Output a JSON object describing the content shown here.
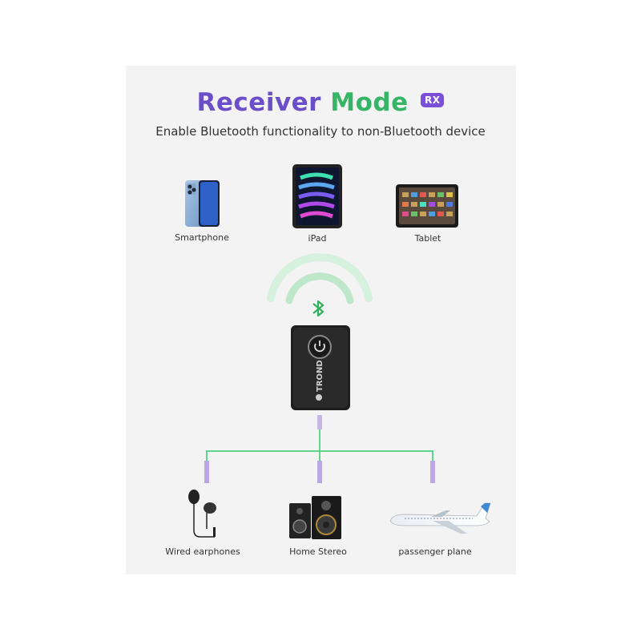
{
  "title": {
    "word1": "Receiver",
    "word2": "Mode",
    "badge": "RX"
  },
  "subtitle": "Enable Bluetooth functionality to non-Bluetooth device",
  "sources": [
    {
      "label": "Smartphone",
      "icon": "smartphone-icon"
    },
    {
      "label": "iPad",
      "icon": "ipad-icon"
    },
    {
      "label": "Tablet",
      "icon": "tablet-icon"
    }
  ],
  "device": {
    "brand": "TROND",
    "icon": "bluetooth-icon"
  },
  "outputs": [
    {
      "label": "Wired earphones",
      "icon": "earphones-icon"
    },
    {
      "label": "Home Stereo",
      "icon": "stereo-speakers-icon"
    },
    {
      "label": "passenger plane",
      "icon": "airplane-icon"
    }
  ],
  "colors": {
    "title_purple": "#6b4fc9",
    "title_green": "#36b566",
    "badge": "#7a50d8",
    "line_green": "#5fd48a"
  }
}
